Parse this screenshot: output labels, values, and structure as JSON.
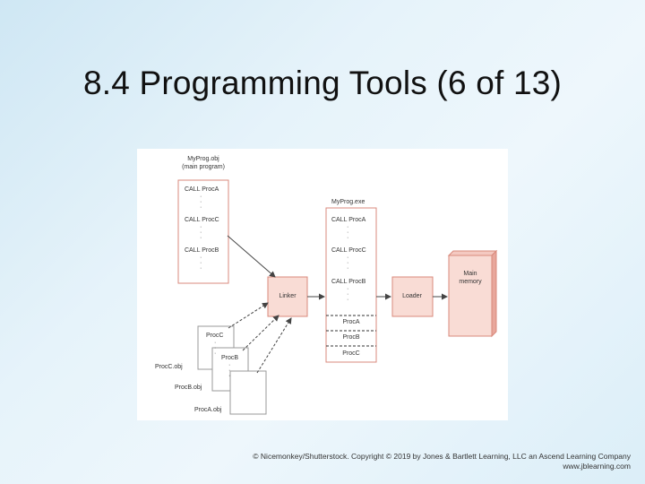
{
  "slide": {
    "title": "8.4 Programming Tools (6 of 13)"
  },
  "diagram": {
    "myprog_obj": {
      "title_line1": "MyProg.obj",
      "title_line2": "(main program)",
      "line1": "CALL ProcA",
      "line2": "CALL ProcC",
      "line3": "CALL ProcB",
      "dots": "·\n·\n·"
    },
    "linker": "Linker",
    "loader": "Loader",
    "main_memory_line1": "Main",
    "main_memory_line2": "memory",
    "myprog_exe": {
      "title": "MyProg.exe",
      "line1": "CALL ProcA",
      "line2": "CALL ProcC",
      "line3": "CALL ProcB",
      "proc_a": "ProcA",
      "proc_b": "ProcB",
      "proc_c": "ProcC"
    },
    "procc_obj": {
      "inner": "ProcC",
      "label": "ProcC.obj"
    },
    "procb_obj": {
      "inner": "ProcB",
      "label": "ProcB.obj"
    },
    "proca_obj": {
      "label": "ProcA.obj"
    },
    "colors": {
      "box_border": "#d98a7c",
      "box_fill": "#f9dcd5",
      "memory_fill": "#f4c9c1",
      "memory_side": "#e8a79c",
      "arrow": "#444444"
    }
  },
  "footer": {
    "line1": "© Nicemonkey/Shutterstock. Copyright © 2019 by Jones & Bartlett Learning, LLC an Ascend Learning Company",
    "line2": "www.jblearning.com"
  }
}
